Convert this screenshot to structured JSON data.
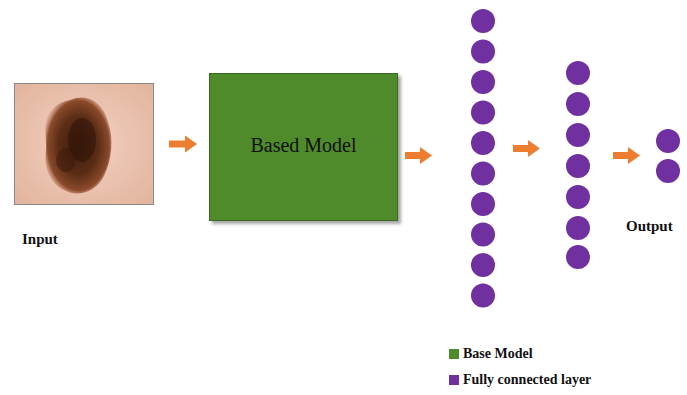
{
  "diagram": {
    "nodes": [
      {
        "text": [
          "Input"
        ]
      },
      {
        "text": [
          "Based Model"
        ]
      }
    ],
    "edges": [
      {
        "from": 0,
        "to": 1,
        "arrow": "to"
      }
    ],
    "labels": [
      "Output"
    ],
    "legend": [
      {
        "text": "Base Model",
        "color": "#4f8a2b"
      },
      {
        "text": "Fully connected layer",
        "color": "#7030a0"
      }
    ]
  }
}
